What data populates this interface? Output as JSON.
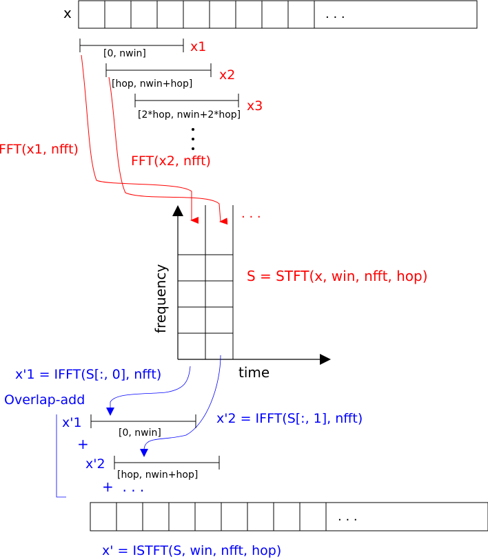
{
  "colors": {
    "red": "#ff0000",
    "blue": "#0000ff",
    "black": "#000000"
  },
  "input_signal": {
    "label": "x",
    "ellipsis": ". . ."
  },
  "segments": [
    {
      "name": "x1",
      "range": "[0, nwin]"
    },
    {
      "name": "x2",
      "range": "[hop, nwin+hop]"
    },
    {
      "name": "x3",
      "range": "[2*hop, nwin+2*hop]"
    }
  ],
  "fft_labels": {
    "fft1": "FFT(x1, nfft)",
    "fft2": "FFT(x2, nfft)"
  },
  "stft": {
    "formula": "S = STFT(x, win, nfft, hop)",
    "y_axis_label": "frequency",
    "x_axis_label": "time",
    "columns_ellipsis": ". . ."
  },
  "ifft_labels": {
    "ifft1": "x'1 = IFFT(S[:, 0], nfft)",
    "ifft2": "x'2 = IFFT(S[:, 1], nfft)"
  },
  "overlap_add": {
    "title": "Overlap-add",
    "items": [
      {
        "name": "x'1",
        "range": "[0, nwin]"
      },
      {
        "name": "x'2",
        "range": "[hop, nwin+hop]"
      }
    ],
    "plus": "+",
    "plus_more": "+  . . ."
  },
  "output_signal": {
    "ellipsis": ". . .",
    "formula": "x' = ISTFT(S, win, nfft, hop)"
  }
}
